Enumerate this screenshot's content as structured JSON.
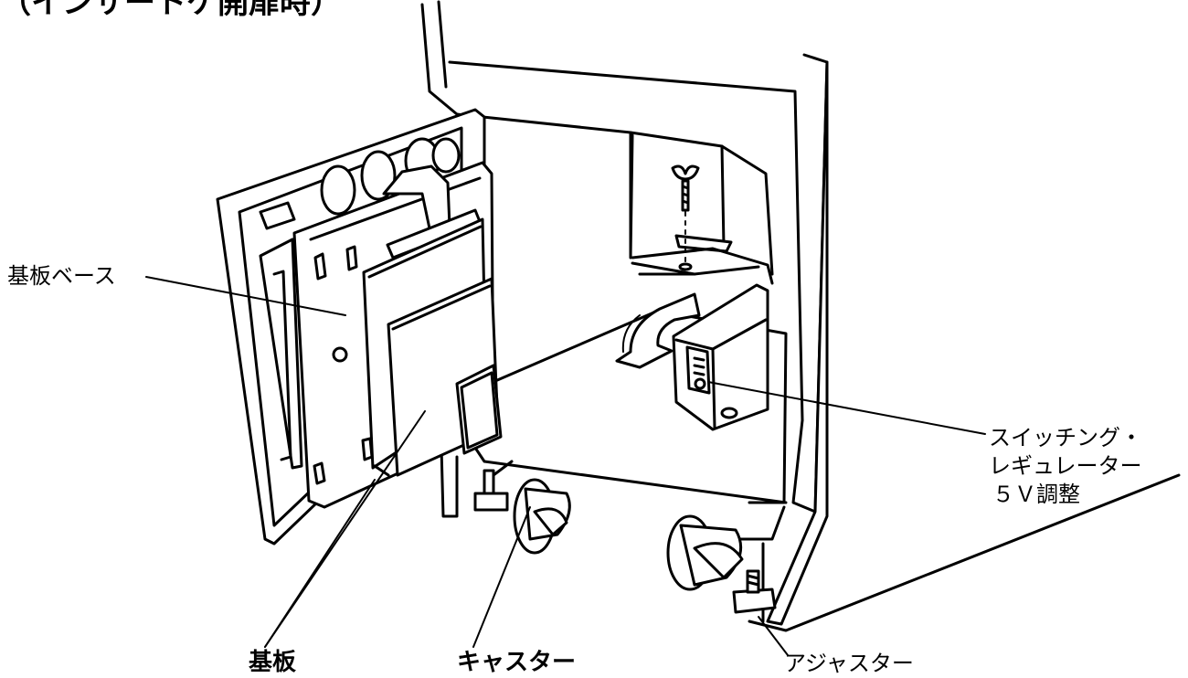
{
  "title": "（インサートケ開扉時）",
  "labels": {
    "board_base": "基板ベース",
    "board": "基板",
    "caster": "キャスター",
    "adjuster": "アジャスター",
    "regulator_line1": "スイッチング・",
    "regulator_line2": "レギュレーター",
    "regulator_line3": "５Ｖ調整"
  }
}
